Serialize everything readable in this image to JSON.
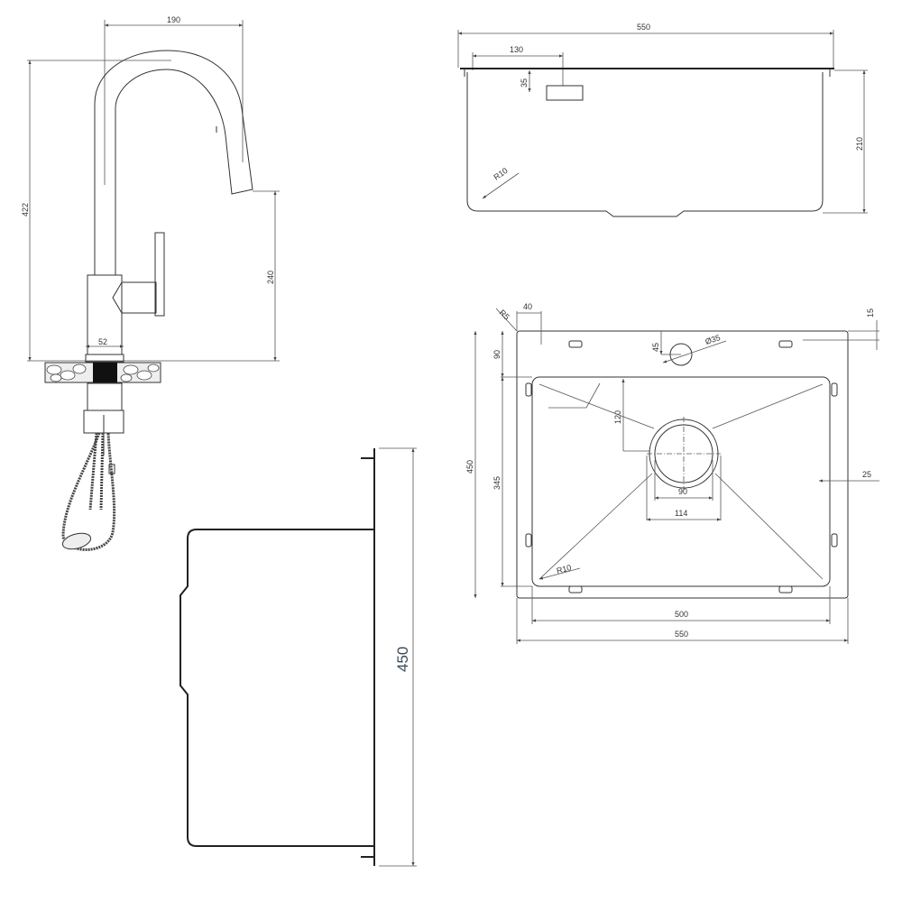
{
  "faucet": {
    "width_190": "190",
    "height_422": "422",
    "spout_240": "240",
    "base_52": "52"
  },
  "sink_front": {
    "width_550": "550",
    "offset_130": "130",
    "depth_35": "35",
    "height_210": "210",
    "radius_r10": "R10"
  },
  "sink_top": {
    "radius_r5": "R5",
    "dim_40": "40",
    "dim_15": "15",
    "dim_45": "45",
    "hole_d35": "Ø35",
    "dim_90_left": "90",
    "dim_120": "120",
    "height_450": "450",
    "height_345": "345",
    "dim_25": "25",
    "drain_90": "90",
    "drain_114": "114",
    "radius_r10": "R10",
    "width_500": "500",
    "width_550": "550"
  },
  "sink_side": {
    "height_450": "450"
  }
}
